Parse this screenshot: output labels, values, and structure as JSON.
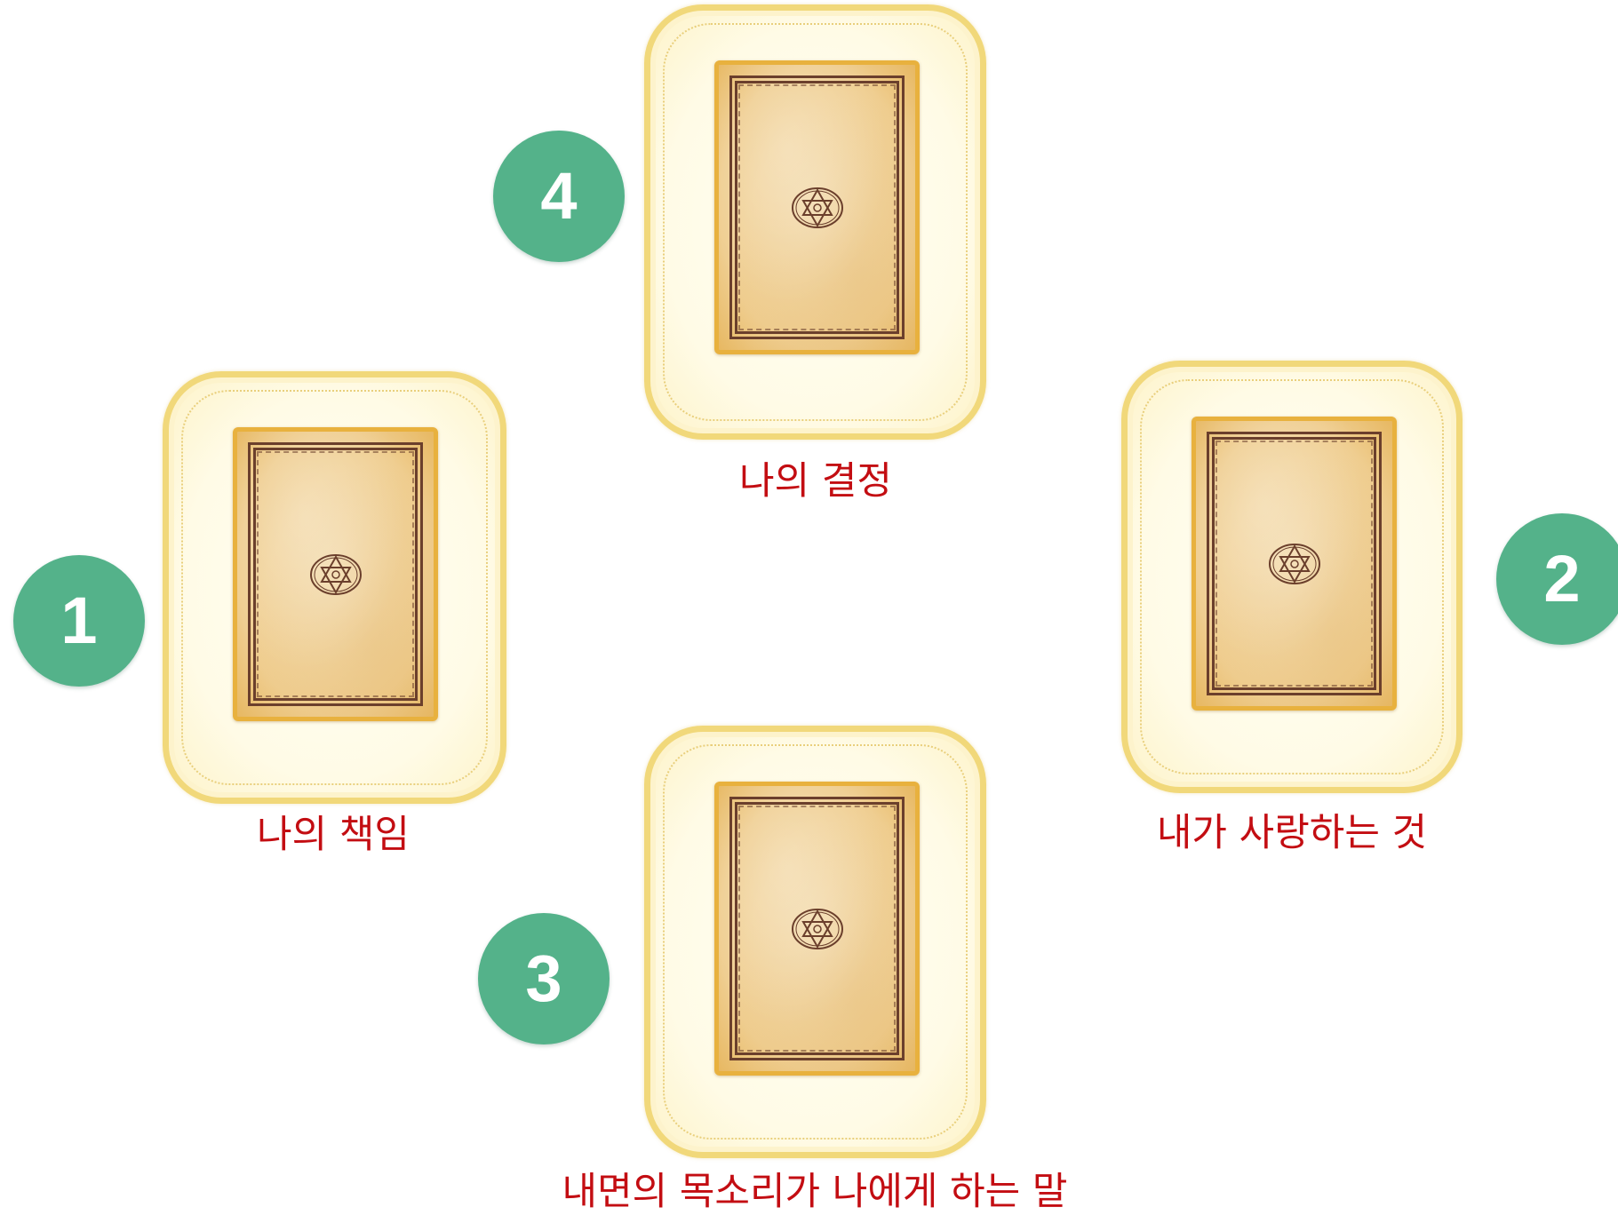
{
  "positions": [
    {
      "number": "1",
      "label": "나의 책임"
    },
    {
      "number": "2",
      "label": "내가 사랑하는 것"
    },
    {
      "number": "3",
      "label": "내면의 목소리가 나에게 하는 말"
    },
    {
      "number": "4",
      "label": "나의 결정"
    }
  ],
  "colors": {
    "badge": "#54b28a",
    "label": "#c30d12",
    "slot_border": "#f1d87a",
    "card_border": "#e8b13e",
    "card_frame": "#6b3f2c"
  },
  "icons": {
    "card_emblem": "hexagram-in-oval-icon"
  }
}
